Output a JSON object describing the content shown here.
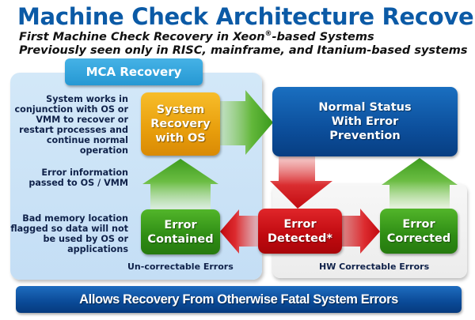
{
  "header": {
    "title": "Machine Check Architecture Recovery",
    "subtitle_line1_prefix": "First Machine Check Recovery in Xeon",
    "subtitle_line1_mark": "®",
    "subtitle_line1_suffix": "-based Systems",
    "subtitle_line2": "Previously seen only in RISC, mainframe, and Itanium-based systems"
  },
  "mca_panel": {
    "tab_label": "MCA Recovery",
    "descriptions": [
      "System works in conjunction with OS or VMM to recover or restart processes and continue normal operation",
      "Error information passed to OS / VMM",
      "Bad memory location flagged so data will not be used by OS or applications"
    ],
    "caption": "Un-correctable Errors"
  },
  "hw_panel": {
    "caption": "HW Correctable Errors"
  },
  "boxes": {
    "system_recovery": "System Recovery with OS",
    "normal_status": "Normal Status With Error Prevention",
    "error_contained": "Error Contained",
    "error_detected": "Error Detected*",
    "error_corrected": "Error Corrected"
  },
  "colors": {
    "title_blue": "#0b5aa6",
    "orange": "#e89e0c",
    "navy": "#0c4f9c",
    "green": "#2e8c14",
    "red": "#c0090f",
    "panel_blue": "#c4def5",
    "tab_blue": "#2698d3"
  },
  "banner": {
    "text": "Allows Recovery From Otherwise Fatal System Errors"
  }
}
